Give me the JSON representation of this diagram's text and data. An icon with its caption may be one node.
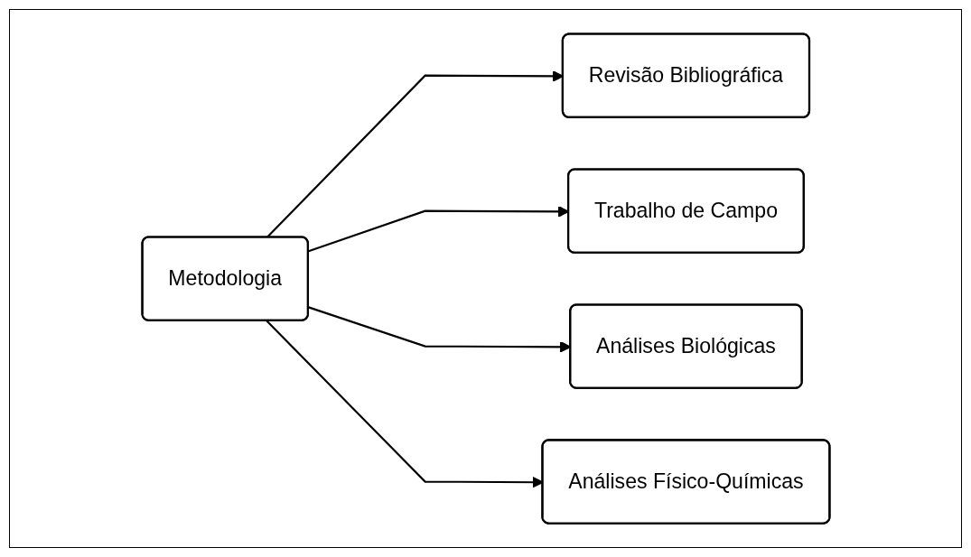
{
  "diagram": {
    "nodes": [
      {
        "text": [
          "Metodologia"
        ]
      },
      {
        "text": [
          "Revisão Bibliográfica"
        ]
      },
      {
        "text": [
          "Trabalho de Campo"
        ]
      },
      {
        "text": [
          "Análises Biológicas"
        ]
      },
      {
        "text": [
          "Análises Físico-Químicas"
        ]
      }
    ],
    "edges": [
      {
        "from": 0,
        "to": 1,
        "arrow": "to"
      },
      {
        "from": 0,
        "to": 2,
        "arrow": "to"
      },
      {
        "from": 0,
        "to": 3,
        "arrow": "to"
      },
      {
        "from": 0,
        "to": 4,
        "arrow": "to"
      }
    ]
  }
}
